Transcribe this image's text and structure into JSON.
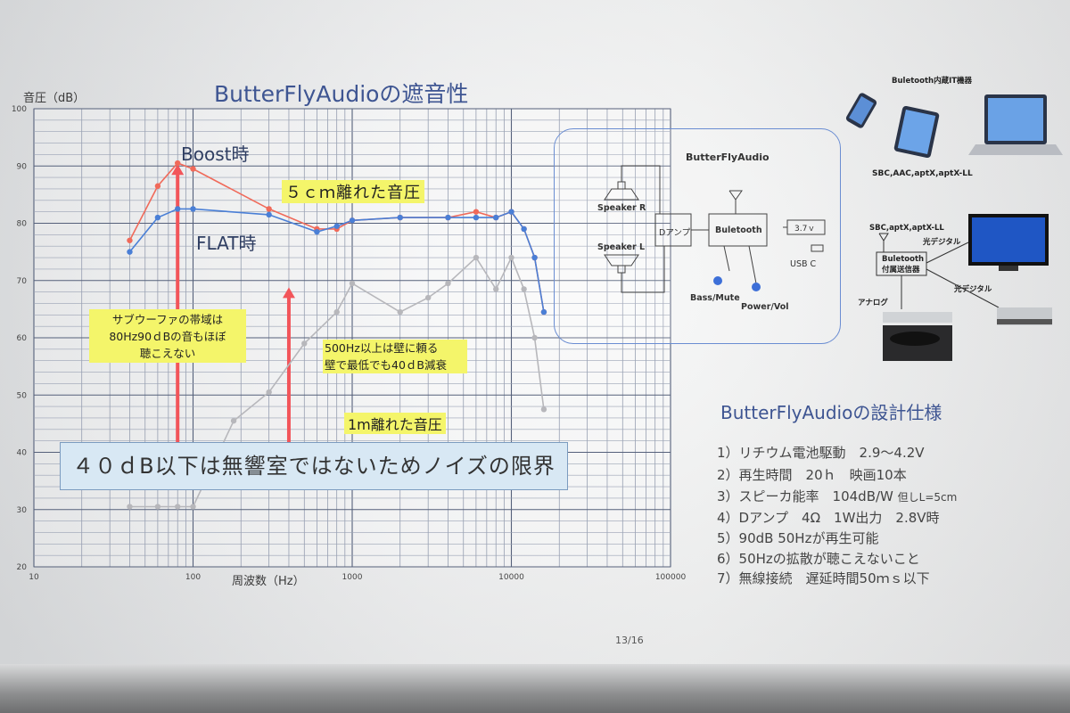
{
  "slide": {
    "title": "ButterFlyAudioの遮音性",
    "page_number": "13/16"
  },
  "chart_data": {
    "type": "line",
    "x_scale": "log",
    "xlim": [
      10,
      100000
    ],
    "ylim": [
      20,
      100
    ],
    "xlabel": "周波数（Hz）",
    "ylabel": "音圧（dB）",
    "x_ticks": [
      "10",
      "100",
      "1000",
      "10000",
      "100000"
    ],
    "y_ticks": [
      "20",
      "30",
      "40",
      "50",
      "60",
      "70",
      "80",
      "90",
      "100"
    ],
    "grid": true,
    "colors": {
      "boost": "#f06a5a",
      "flat": "#4a7fd6",
      "one_meter": "#b7b7bb",
      "arrow": "#f2555a"
    },
    "series": [
      {
        "key": "boost",
        "x": [
          40,
          60,
          80,
          100,
          300,
          600,
          800,
          1000,
          2000,
          4000,
          6000,
          8000,
          10000,
          12000,
          14000,
          16000
        ],
        "y": [
          77,
          86.5,
          90.5,
          89.5,
          82.5,
          79,
          79,
          80.5,
          81,
          81,
          82,
          81,
          82,
          79,
          74,
          64.5
        ]
      },
      {
        "key": "flat",
        "x": [
          40,
          60,
          80,
          100,
          300,
          600,
          800,
          1000,
          2000,
          4000,
          6000,
          8000,
          10000,
          12000,
          14000,
          16000
        ],
        "y": [
          75,
          81,
          82.5,
          82.5,
          81.5,
          78.5,
          79.5,
          80.5,
          81,
          81,
          81,
          81,
          82,
          79,
          74,
          64.5
        ]
      },
      {
        "key": "one_meter",
        "x": [
          40,
          60,
          80,
          100,
          180,
          300,
          500,
          800,
          1000,
          2000,
          3000,
          4000,
          6000,
          8000,
          10000,
          12000,
          14000,
          16000
        ],
        "y": [
          30.5,
          30.5,
          30.5,
          30.5,
          45.5,
          50.5,
          59,
          64.5,
          69.5,
          64.5,
          67,
          69.5,
          74,
          68.5,
          74,
          68.5,
          60,
          47.5
        ]
      }
    ],
    "arrows": [
      {
        "x": 80,
        "y_from": 40,
        "y_to": 90
      },
      {
        "x": 400,
        "y_from": 40,
        "y_to": 68.5
      }
    ],
    "annotations": {
      "boost_label": "Boost時",
      "flat_label": "FLAT時",
      "five_cm": "５ｃｍ離れた音圧",
      "one_m": "1m離れた音圧",
      "subwoofer": [
        "サブウーファの帯域は",
        "80Hz90ｄBの音もほぼ",
        "聴こえない"
      ],
      "wall": [
        "500Hz以上は壁に頼る",
        "壁で最低でも40ｄB減衰"
      ],
      "noise": "４０ｄB以下は無響室ではないためノイズの限界"
    }
  },
  "diagram": {
    "title": "ButterFlyAudio",
    "speaker_r": "Speaker R",
    "speaker_l": "Speaker L",
    "amp": "Dアンプ",
    "bluetooth": "Buletooth",
    "battery": "3.7ｖ",
    "usb": "USB C",
    "bass": "Bass/Mute",
    "power": "Power/Vol"
  },
  "devices": {
    "it_title": "Buletooth内蔵IT機器",
    "codecs1": "SBC,AAC,aptX,aptX-LL",
    "codecs2": "SBC,aptX,aptX-LL",
    "optical1": "光デジタル",
    "transmitter_line1": "Buletooth",
    "transmitter_line2": "付属送信器",
    "optical2": "光デジタル",
    "analog": "アナログ"
  },
  "specs": {
    "title": "ButterFlyAudioの設計仕様",
    "items": [
      "1）リチウム電池駆動　2.9～4.2V",
      "2）再生時間　20ｈ　映画10本",
      "3）スピーカ能率　104dB/W",
      "4）Dアンプ　4Ω　1W出力　2.8V時",
      "5）90dB  50Hzが再生可能",
      "6）50Hzの拡散が聴こえないこと",
      "7）無線接続　遅延時間50ｍｓ以下"
    ],
    "item3_note": "但しL=5cm"
  }
}
